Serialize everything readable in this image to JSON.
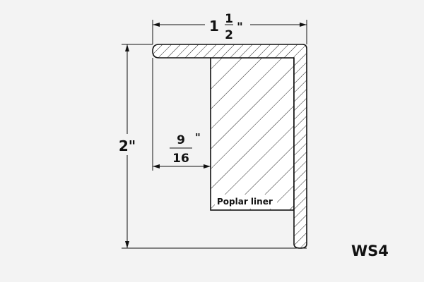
{
  "dimensions": {
    "width": {
      "whole": "1",
      "num": "1",
      "den": "2",
      "unit": "\""
    },
    "height": {
      "label": "2\""
    },
    "offset": {
      "num": "9",
      "den": "16",
      "unit": "\""
    }
  },
  "liner_label": "Poplar liner",
  "model": "WS4",
  "colors": {
    "line": "#1a1a1a",
    "background": "#f3f3f3"
  }
}
